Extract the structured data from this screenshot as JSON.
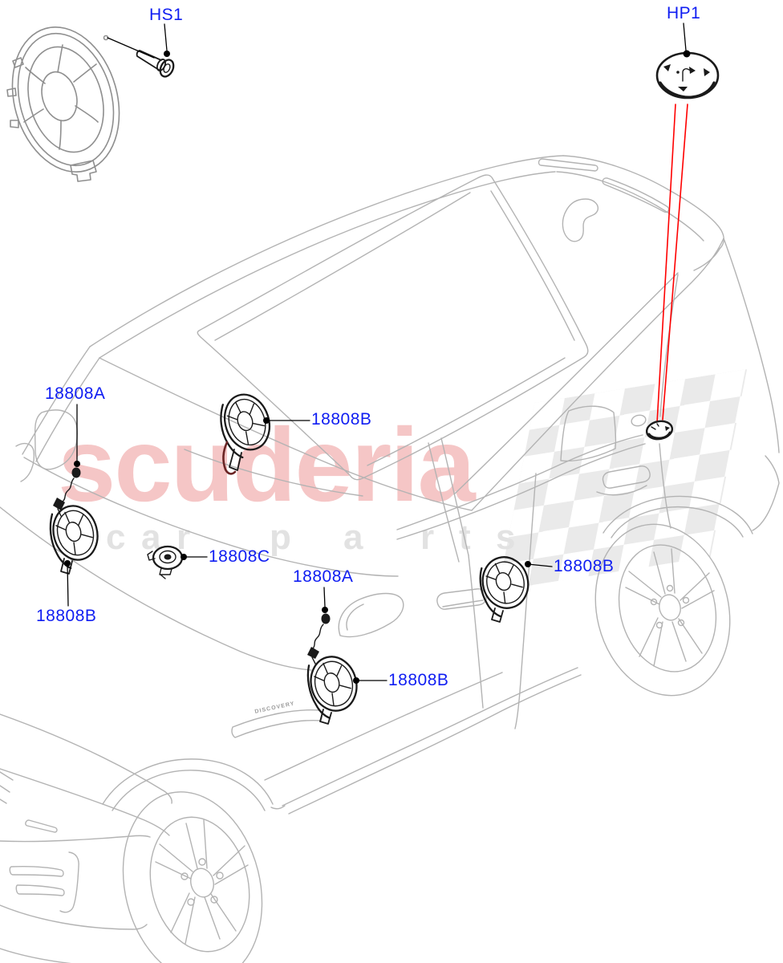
{
  "callouts": {
    "hs1": "HS1",
    "hp1": "HP1",
    "windshield_wiring": "18808A",
    "dash_speaker": "18808B",
    "front_left_speaker": "18808B",
    "tweeter": "18808C",
    "door_wiring": "18808A",
    "front_door_speaker": "18808B",
    "rear_door_speaker": "18808B"
  },
  "watermark": {
    "brand": "scuderia",
    "tagline_letters": [
      "c",
      "a",
      "r",
      "p",
      "a",
      "r",
      "t",
      "s"
    ]
  },
  "vehicle": {
    "badge": "DISCOVERY"
  },
  "colors": {
    "label": "#0f1df2",
    "leader": "#000000",
    "highlight": "#ff0000",
    "car_line": "#b3b3b3",
    "part_line": "#1a1a1a",
    "watermark_pink": "#f5c6c6",
    "watermark_gray": "#e2e2e2",
    "accent_maroon": "#6b2525"
  }
}
